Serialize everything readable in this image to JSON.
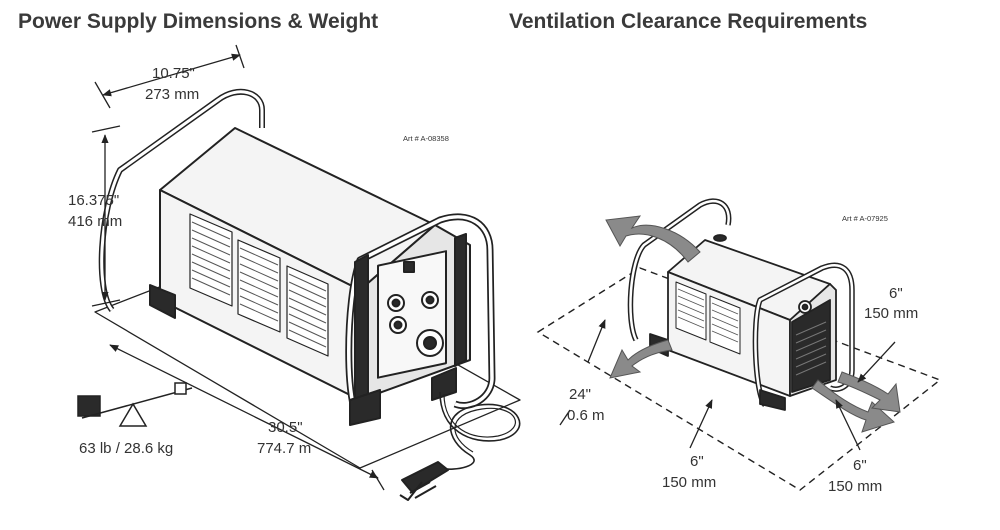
{
  "left_panel": {
    "title": "Power Supply Dimensions & Weight",
    "art_number": "Art # A-08358",
    "width_in": "10.75\"",
    "width_mm": "273 mm",
    "height_in": "16.375\"",
    "height_mm": "416 mm",
    "length_in": "30.5\"",
    "length_mm": "774.7 m",
    "weight": "63 lb / 28.6 kg"
  },
  "right_panel": {
    "title": "Ventilation Clearance Requirements",
    "art_number": "Art # A-07925",
    "clearance_rear_in": "24\"",
    "clearance_rear_m": "0.6 m",
    "clearance_side_in": "6\"",
    "clearance_side_mm": "150 mm",
    "clearance_bottom_in": "6\"",
    "clearance_bottom_mm": "150 mm",
    "clearance_right_in": "6\"",
    "clearance_right_mm": "150 mm"
  },
  "colors": {
    "line": "#222222",
    "body_fill": "#f4f4f4",
    "dark_fill": "#2a2a2a",
    "arrow_fill": "#8a8a8a"
  }
}
